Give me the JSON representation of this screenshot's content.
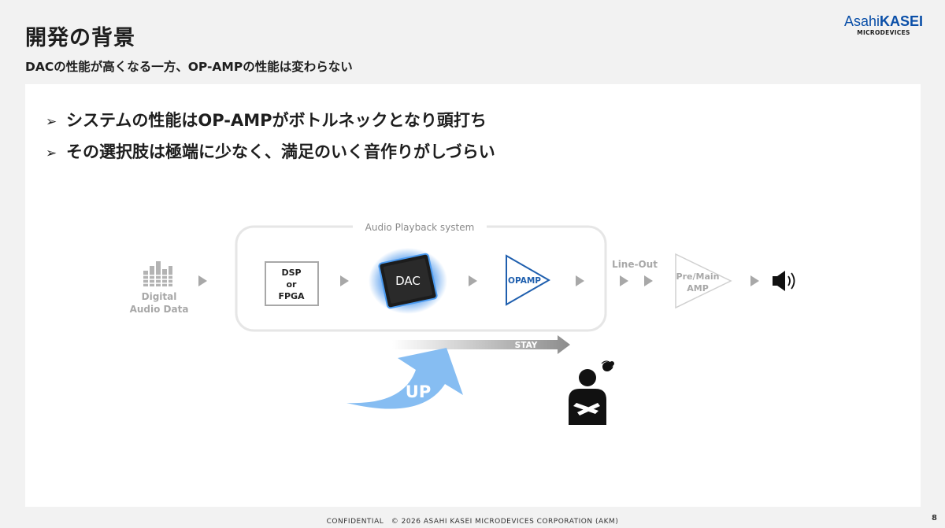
{
  "slide": {
    "title": "開発の背景",
    "subtitle": "DACの性能が高くなる一方、OP-AMPの性能は変わらない",
    "bullet_marker": "➢",
    "bullets": [
      "システムの性能はOP-AMPがボトルネックとなり頭打ち",
      "その選択肢は極端に少なく、満足のいく音作りがしづらい"
    ],
    "footer": "CONFIDENTIAL　© 2026  ASAHI KASEI MICRODEVICES CORPORATION (AKM)",
    "page_number": "8"
  },
  "logo": {
    "asahi": "Asahi",
    "kasei": "KASEI",
    "microdevices": "MICRODEVICES"
  },
  "diagram": {
    "system_label": "Audio Playback system",
    "digital_data_line1": "Digital",
    "digital_data_line2": "Audio Data",
    "dsp_line1": "DSP",
    "dsp_line2": "or",
    "dsp_line3": "FPGA",
    "dac": "DAC",
    "opamp": "OPAMP",
    "line_out": "Line-Out",
    "amp_line1": "Pre/Main",
    "amp_line2": "AMP",
    "stay": "STAY",
    "up": "UP"
  },
  "colors": {
    "logo_blue": "#0a4fa8",
    "opamp_blue": "#1f5fae",
    "dac_glow": "#3f8fea",
    "up_arrow": "#86bdf2",
    "muted_gray": "#a8a8a8"
  }
}
